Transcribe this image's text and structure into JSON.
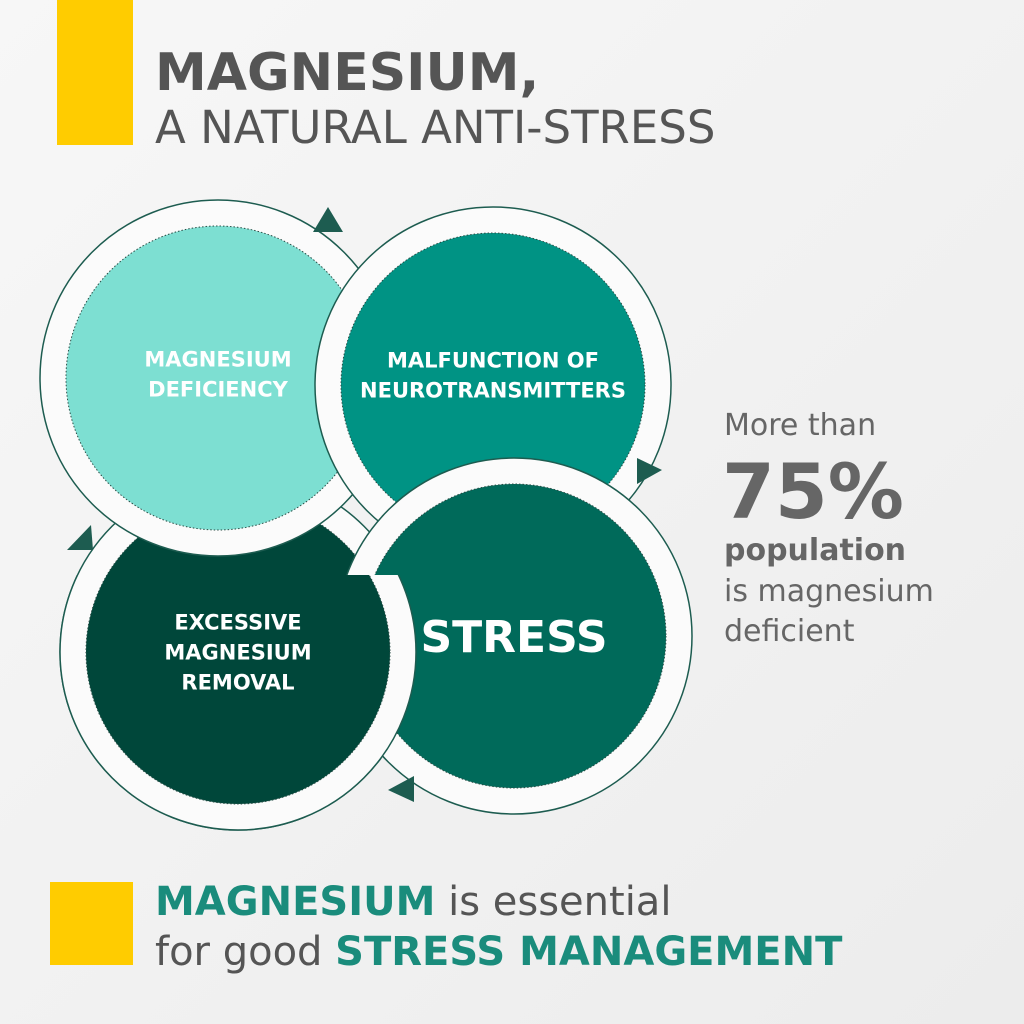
{
  "title": {
    "line1": "MAGNESIUM,",
    "line2": "A NATURAL ANTI-STRESS"
  },
  "cycle": [
    {
      "lines": [
        "MAGNESIUM",
        "DEFICIENCY"
      ],
      "color": "#7ddfd2"
    },
    {
      "lines": [
        "MALFUNCTION OF",
        "NEUROTRANSMITTERS"
      ],
      "color": "#009384"
    },
    {
      "lines": [
        "STRESS"
      ],
      "color": "#006a5a"
    },
    {
      "lines": [
        "EXCESSIVE",
        "MAGNESIUM",
        "REMOVAL"
      ],
      "color": "#00473a"
    }
  ],
  "stat": {
    "prefix": "More than",
    "value": "75%",
    "subject": "population",
    "line3": "is magnesium",
    "line4": "deficient"
  },
  "footer": {
    "em1": "MAGNESIUM",
    "text1": " is essential",
    "text2": "for good ",
    "em2": "STRESS MANAGEMENT"
  },
  "colors": {
    "accent_yellow": "#ffcc00",
    "teal": "#1a8c7c",
    "ring": "#1d5c50",
    "text_gray": "#5a5a5a"
  }
}
